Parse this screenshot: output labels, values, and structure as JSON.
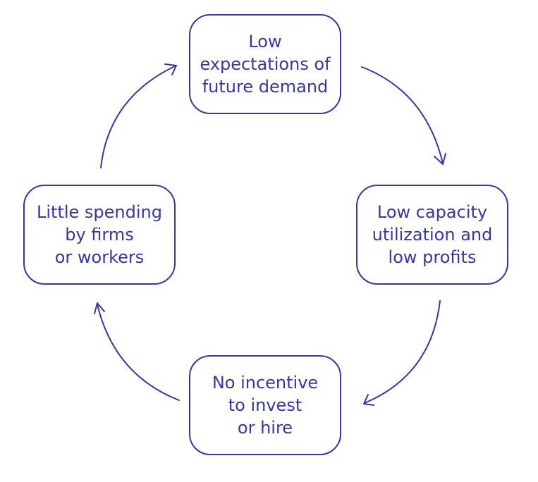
{
  "colors": {
    "accent": "#3438a0",
    "background": "#ffffff"
  },
  "nodes": {
    "top": {
      "lines": [
        "Low",
        "expectations of",
        "future demand"
      ]
    },
    "right": {
      "lines": [
        "Low capacity",
        "utilization and",
        "low profits"
      ]
    },
    "bottom": {
      "lines": [
        "No incentive",
        "to invest",
        "or hire"
      ]
    },
    "left": {
      "lines": [
        "Little spending",
        "by firms",
        "or workers"
      ]
    }
  },
  "flow": [
    {
      "from": "top",
      "to": "right"
    },
    {
      "from": "right",
      "to": "bottom"
    },
    {
      "from": "bottom",
      "to": "left"
    },
    {
      "from": "left",
      "to": "top"
    }
  ]
}
